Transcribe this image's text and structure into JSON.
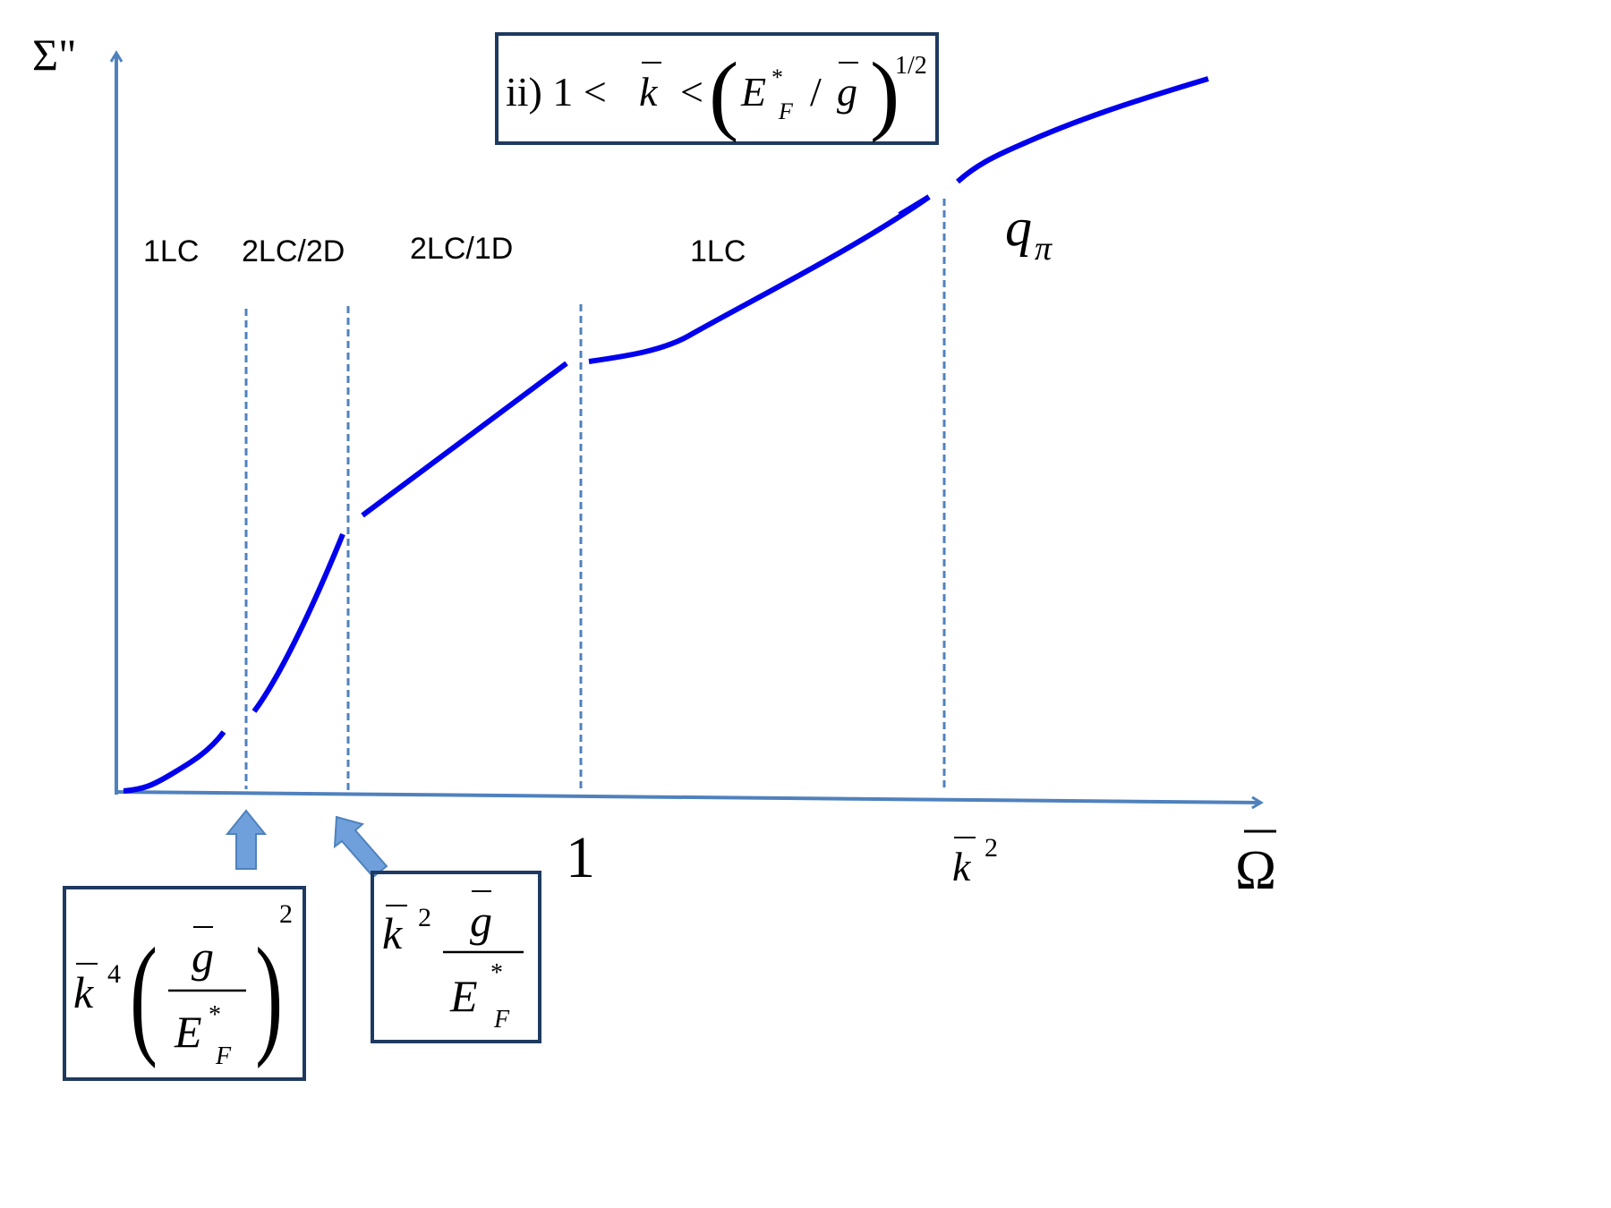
{
  "diagram": {
    "y_axis_label": "Σ\"",
    "x_axis_label": "Ω",
    "condition_box": {
      "prefix": "ii) 1 <",
      "k": "k",
      "lt": "<",
      "E": "E",
      "star": "*",
      "F": "F",
      "slash": "/",
      "g": "g",
      "exponent": "1/2"
    },
    "regions": [
      "1LC",
      "2LC/2D",
      "2LC/1D",
      "1LC"
    ],
    "curve_label": "q",
    "curve_label_sub": "π",
    "tick_one": "1",
    "tick_k2_base": "k",
    "tick_k2_exp": "2",
    "box_left": {
      "k": "k",
      "k_exp": "4",
      "g": "g",
      "E": "E",
      "star": "*",
      "F": "F",
      "outer_exp": "2"
    },
    "box_right": {
      "k": "k",
      "k_exp": "2",
      "g": "g",
      "E": "E",
      "star": "*",
      "F": "F"
    },
    "colors": {
      "axis": "#4f81bd",
      "curve": "#0000ee",
      "dashed": "#4f81bd",
      "box_border": "#1f3a60",
      "arrow_fill": "#6fa0dc",
      "arrow_stroke": "#4f81bd"
    }
  }
}
